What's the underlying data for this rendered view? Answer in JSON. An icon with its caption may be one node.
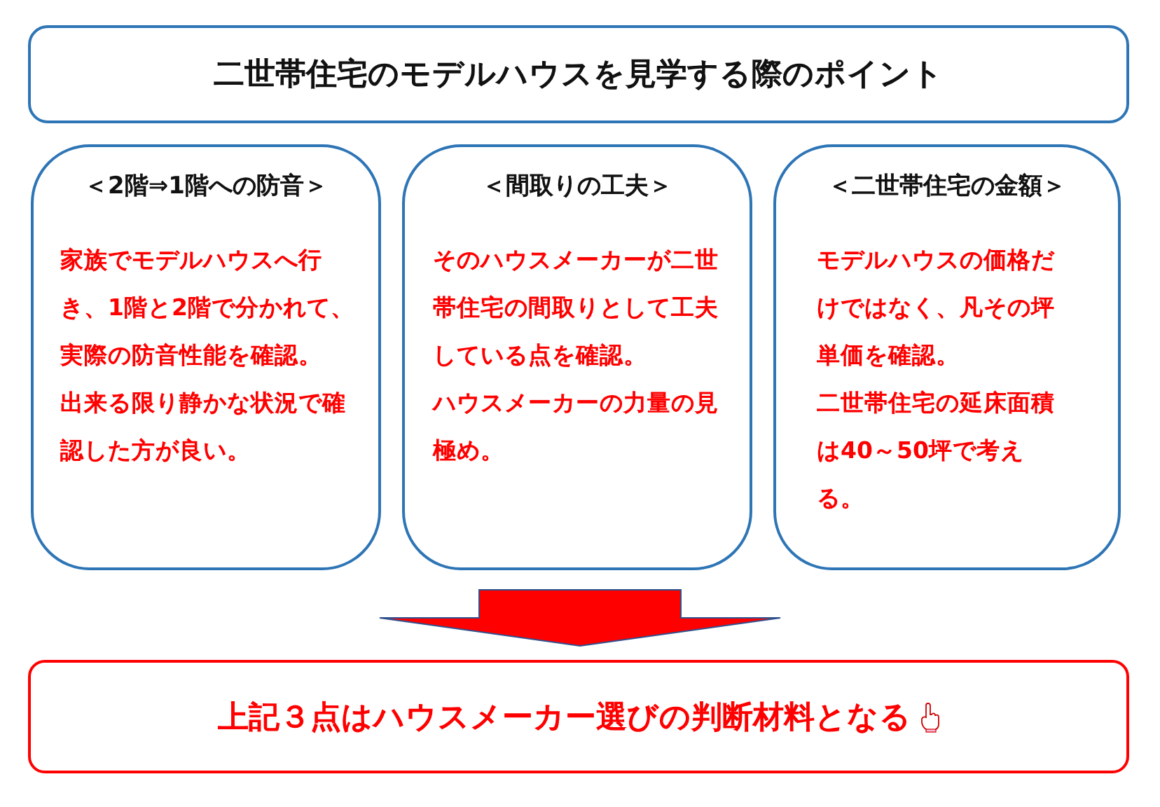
{
  "diagram": {
    "nodes": [
      {
        "text": [
          "二世帯住宅のモデルハウスを見学する際のポイント"
        ]
      },
      {
        "text": [
          "＜2階⇒1階への防音＞",
          "家族でモデルハウスへ行き、1階と2階で分かれて、実際の防音性能を確認。",
          "出来る限り静かな状況で確認した方が良い。"
        ]
      },
      {
        "text": [
          "＜間取りの工夫＞",
          "そのハウスメーカーが二世帯住宅の間取りとして工夫している点を確認。",
          "ハウスメーカーの力量の見極め。"
        ]
      },
      {
        "text": [
          "＜二世帯住宅の金額＞",
          "モデルハウスの価格だけではなく、凡その坪単価を確認。",
          "二世帯住宅の延床面積は40～50坪で考える。"
        ]
      },
      {
        "text": [
          "上記３点はハウスメーカー選びの判断材料となる"
        ]
      }
    ],
    "edges": [
      {
        "from": 2,
        "to": 4,
        "arrow": "to",
        "style": "thick",
        "color": "#ff0000"
      }
    ]
  }
}
